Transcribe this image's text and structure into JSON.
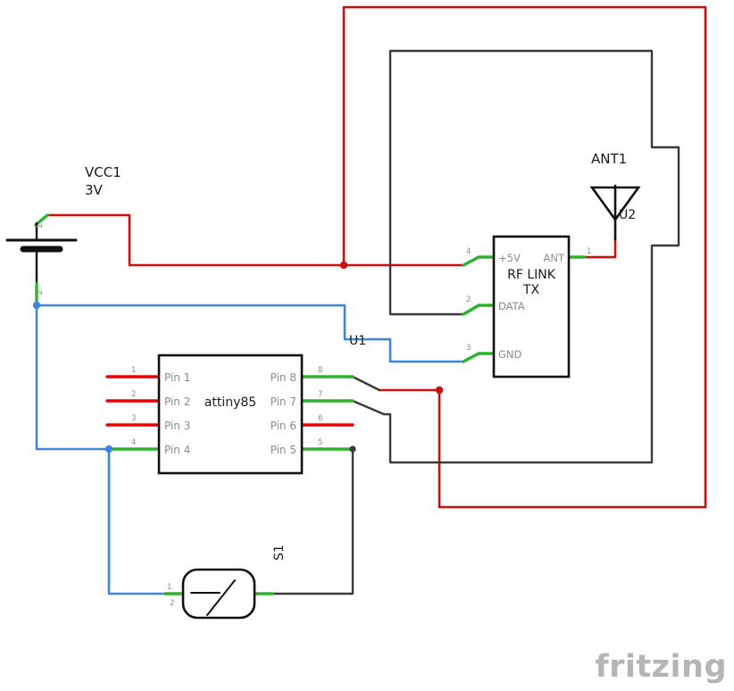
{
  "colors": {
    "wire_red": "#cc0e0e",
    "wire_blue": "#3f84e0",
    "wire_black": "#3a3a3a",
    "pin_green": "#2db22d",
    "pin_unconnected_red": "#e80000",
    "part_stroke": "#111111",
    "label_gray": "#8c8c8c",
    "text_black": "#1a1a1a",
    "watermark_gray": "#b5b5b5",
    "background": "#ffffff"
  },
  "labels": {
    "vcc1": "VCC1",
    "vcc1_value": "3V",
    "u1": "U1",
    "u2": "U2",
    "ant1": "ANT1",
    "s1": "S1"
  },
  "battery": {
    "pin_numbers": [
      "1",
      "2"
    ]
  },
  "attiny": {
    "name": "attiny85",
    "left_pins": [
      {
        "num": "1",
        "label": "Pin 1"
      },
      {
        "num": "2",
        "label": "Pin 2"
      },
      {
        "num": "3",
        "label": "Pin 3"
      },
      {
        "num": "4",
        "label": "Pin 4"
      }
    ],
    "right_pins": [
      {
        "num": "8",
        "label": "Pin 8"
      },
      {
        "num": "7",
        "label": "Pin 7"
      },
      {
        "num": "6",
        "label": "Pin 6"
      },
      {
        "num": "5",
        "label": "Pin 5"
      }
    ]
  },
  "rf_module": {
    "title_line1": "RF LINK",
    "title_line2": "TX",
    "pins": {
      "p5v": {
        "num": "4",
        "label": "+5V"
      },
      "ant": {
        "num": "1",
        "label": "ANT"
      },
      "data": {
        "num": "2",
        "label": "DATA"
      },
      "gnd": {
        "num": "3",
        "label": "GND"
      }
    }
  },
  "switch": {
    "pin_numbers": [
      "1",
      "2"
    ]
  },
  "watermark": "fritzing"
}
